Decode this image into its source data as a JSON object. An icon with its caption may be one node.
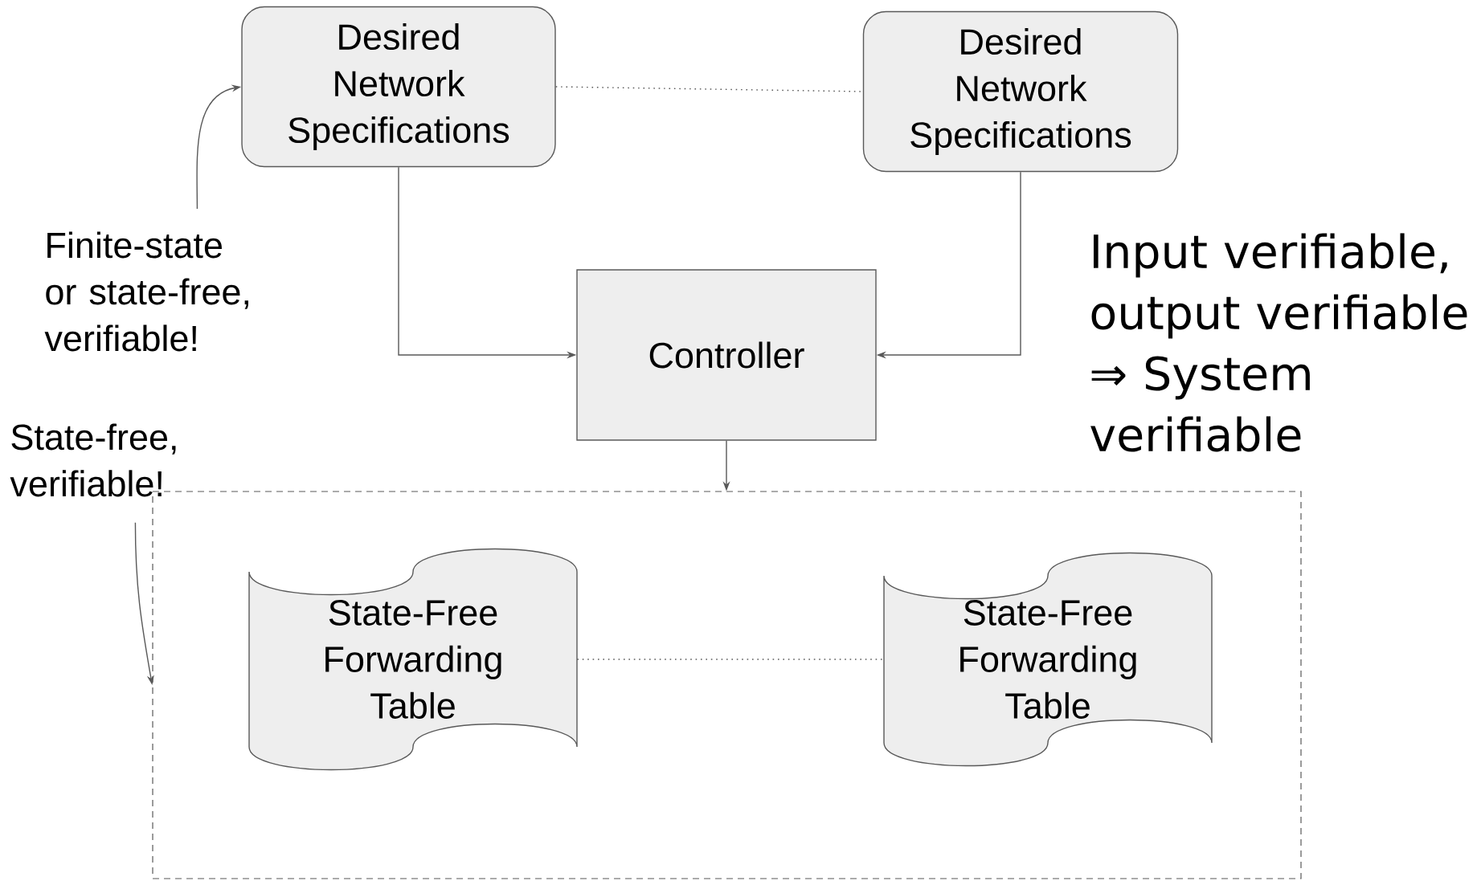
{
  "diagram": {
    "nodes": [
      {
        "text": [
          "Desired Network Specifications"
        ]
      },
      {
        "text": [
          "Desired Network Specifications"
        ]
      },
      {
        "text": [
          "Controller"
        ]
      },
      {
        "text": [],
        "shape": "box"
      },
      {
        "text": [
          "State-Free Forwarding Table"
        ],
        "in": 3
      },
      {
        "text": [
          "State-Free Forwarding Table"
        ],
        "in": 3
      },
      {
        "text": [
          "Finite-state or state-free, verifiable!"
        ]
      },
      {
        "text": [
          "State-free, verifiable!"
        ]
      }
    ],
    "edges": [
      {
        "from": 0,
        "to": 1,
        "arrow": "none",
        "style": "dashed"
      },
      {
        "from": 0,
        "to": 2,
        "arrow": "to"
      },
      {
        "from": 1,
        "to": 2,
        "arrow": "to"
      },
      {
        "from": 2,
        "to": 3,
        "arrow": "to"
      },
      {
        "from": 4,
        "to": 5,
        "arrow": "none",
        "style": "dashed"
      },
      {
        "from": 6,
        "to": 0,
        "arrow": "to"
      },
      {
        "from": 7,
        "to": 3,
        "arrow": "to"
      }
    ],
    "labels": [
      "Input verifiable, output verifiable ⇒ System verifiable"
    ]
  }
}
